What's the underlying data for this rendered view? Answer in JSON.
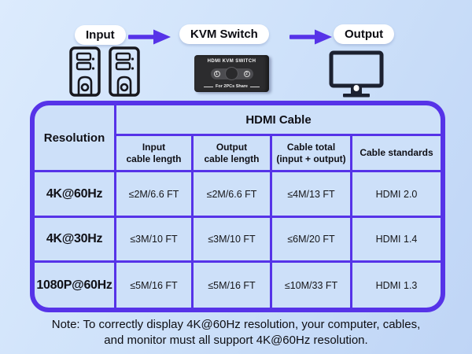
{
  "flow": {
    "input_label": "Input",
    "kvm_label": "KVM Switch",
    "output_label": "Output"
  },
  "device": {
    "title": "HDMI KVM SWITCH",
    "subtitle": "For 2PCs Share",
    "port1": "1",
    "port2": "2"
  },
  "table": {
    "resolution_header": "Resolution",
    "group_header": "HDMI Cable",
    "columns": [
      {
        "line1": "Input",
        "line2": "cable length"
      },
      {
        "line1": "Output",
        "line2": "cable length"
      },
      {
        "line1": "Cable total",
        "line2": "(input + output)"
      },
      {
        "line1": "Cable standards",
        "line2": ""
      }
    ],
    "rows": [
      {
        "resolution": "4K@60Hz",
        "input_length": "≤2M/6.6 FT",
        "output_length": "≤2M/6.6 FT",
        "total": "≤4M/13 FT",
        "standard": "HDMI 2.0"
      },
      {
        "resolution": "4K@30Hz",
        "input_length": "≤3M/10 FT",
        "output_length": "≤3M/10 FT",
        "total": "≤6M/20 FT",
        "standard": "HDMI 1.4"
      },
      {
        "resolution": "1080P@60Hz",
        "input_length": "≤5M/16 FT",
        "output_length": "≤5M/16 FT",
        "total": "≤10M/33 FT",
        "standard": "HDMI 1.3"
      }
    ]
  },
  "note": {
    "line1": "Note: To correctly display 4K@60Hz resolution, your computer, cables,",
    "line2": "and monitor must all support 4K@60Hz resolution."
  },
  "colors": {
    "accent_purple": "#5633e8",
    "cell_background": "#cde0f9",
    "page_background_light": "#dcebfd",
    "page_background_dark": "#bfd5f6",
    "device_background": "#2c2c2e",
    "icon_ink": "#17171d"
  }
}
